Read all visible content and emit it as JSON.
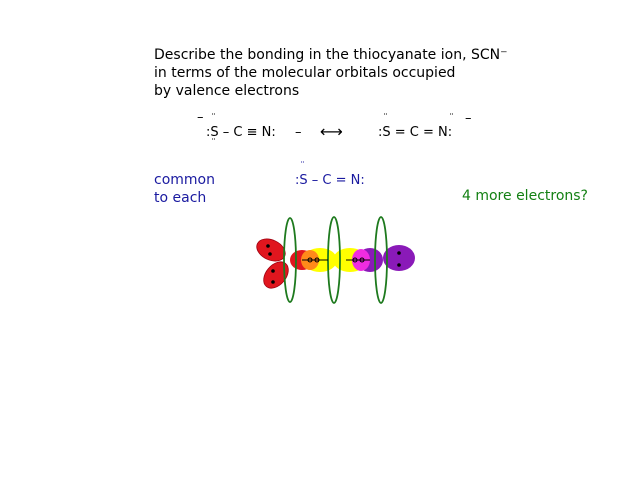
{
  "question": {
    "line1": "Describe the bonding in the thiocyanate ion, SCN⁻",
    "line2": "in terms of the molecular orbitals occupied",
    "line3": "by valence electrons"
  },
  "resonance": {
    "left_charge": "–",
    "left": ":S – C ≡ N:",
    "left_ring_charge": "–",
    "arrow": "⟷",
    "right": ":S = C = N:",
    "right_charge": "–",
    "lone_pair": "¨"
  },
  "common": {
    "line1": "common",
    "line2": "to each",
    "structure": ":S – C = N:"
  },
  "question_more": "4 more electrons?",
  "colors": {
    "text_blue": "#1a1aa0",
    "text_green": "#138013",
    "sulfur_lobes": "#e0161e",
    "carbon_orbital": "#ffff00",
    "nitrogen_orbital": "#8a1ab8",
    "pi_ring": "#1e7a1e",
    "overlap_orange": "#ff8a1a",
    "overlap_pink": "#f02ce0"
  }
}
